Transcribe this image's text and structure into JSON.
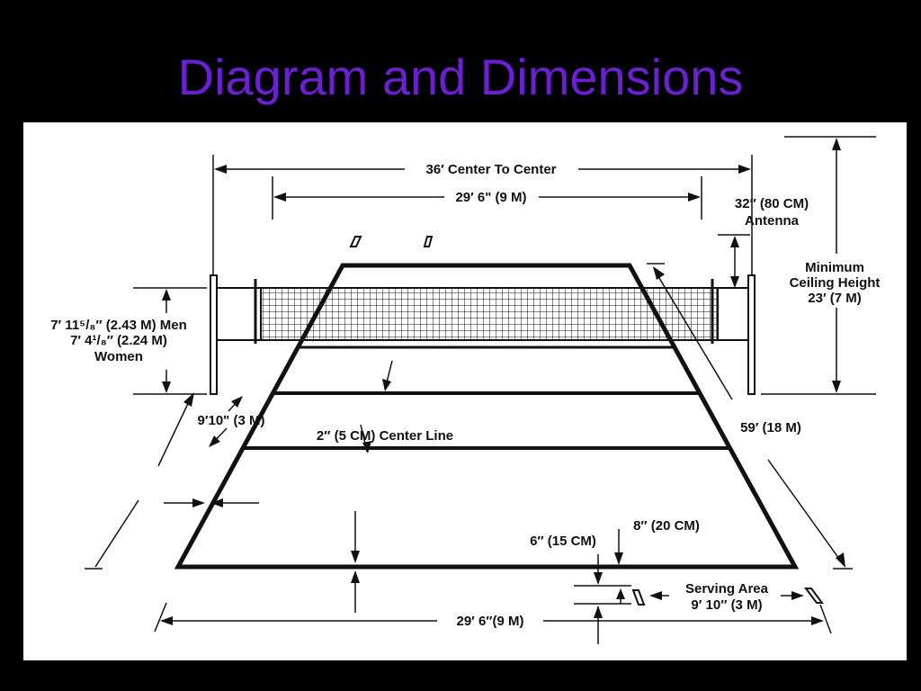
{
  "slide": {
    "title": "Diagram and Dimensions",
    "title_color": "#6a1fd0",
    "background_color": "#000000",
    "panel_color": "#ffffff"
  },
  "labels": {
    "center_to_center": "36′ Center To Center",
    "net_width_top": "29′ 6\" (9 M)",
    "antenna_1": "32″ (80 CM)",
    "antenna_2": "Antenna",
    "ceiling_1": "Minimum",
    "ceiling_2": "Ceiling Height",
    "ceiling_3": "23′ (7 M)",
    "net_height_men": "7′ 11⁵/₈″ (2.43 M) Men",
    "net_height_women_1": "7′ 4¹/₈″ (2.24 M)",
    "net_height_women_2": "Women",
    "attack_line": "9′10\" (3 M)",
    "center_line": "2″ (5 CM) Center Line",
    "court_length": "59′ (18 M)",
    "line_8": "8″ (20 CM)",
    "line_6": "6″ (15 CM)",
    "serving_1": "Serving Area",
    "serving_2": "9′ 10″ (3 M)",
    "court_width_bottom": "29′ 6″(9 M)"
  }
}
